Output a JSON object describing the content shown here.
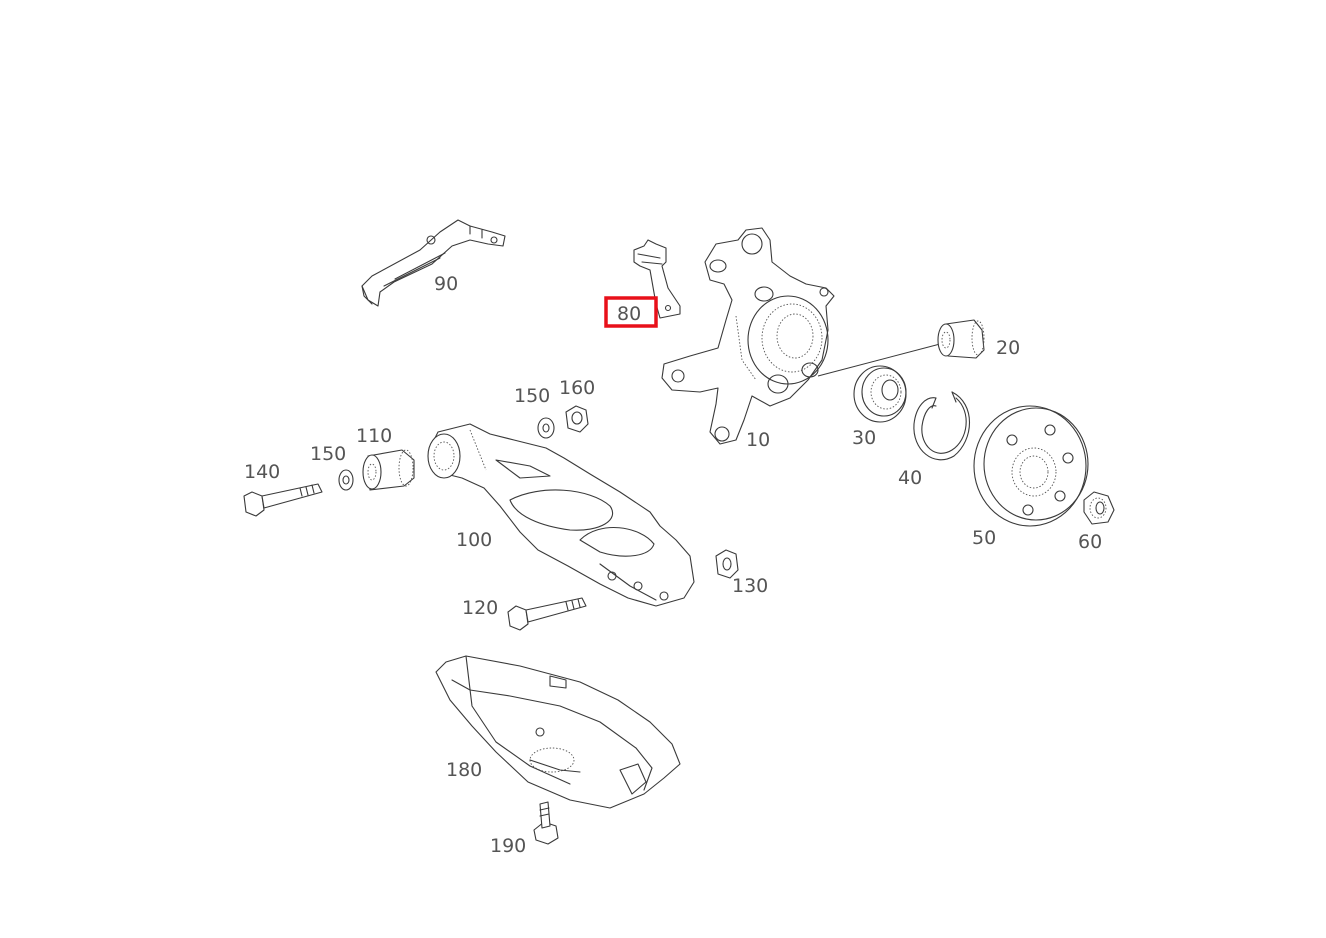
{
  "diagram": {
    "highlight_color": "#e8101a",
    "highlighted": "80",
    "callouts": {
      "c90": "90",
      "c80": "80",
      "c20": "20",
      "c150a": "150",
      "c160": "160",
      "c10": "10",
      "c30": "30",
      "c140": "140",
      "c150b": "150",
      "c110": "110",
      "c40": "40",
      "c50": "50",
      "c60": "60",
      "c100": "100",
      "c130": "130",
      "c120": "120",
      "c180": "180",
      "c190": "190"
    }
  }
}
